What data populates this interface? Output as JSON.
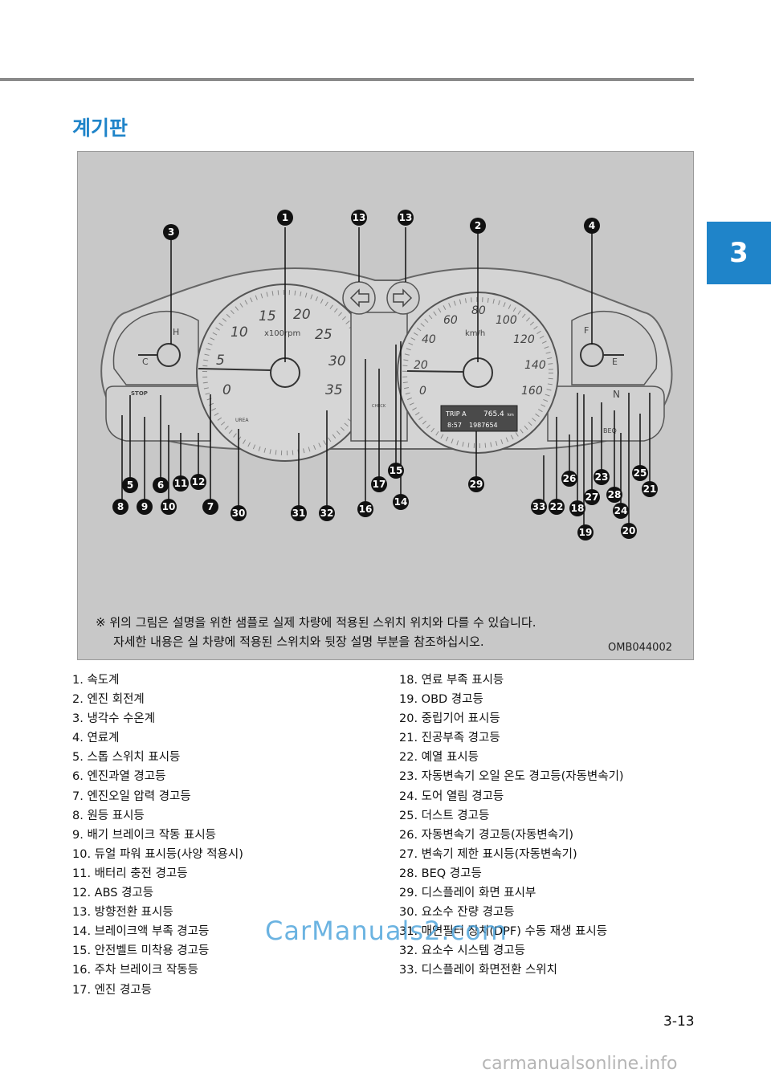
{
  "section_title": "계기판",
  "chapter_tab": "3",
  "figure": {
    "note_line1": "※ 위의 그림은 설명을 위한 샘플로 실제 차량에 적용된 스위치 위치와 다를 수 있습니다.",
    "note_line2": "자세한 내용은 실 차량에 적용된 스위치와 뒷장 설명 부분을 참조하십시오.",
    "code": "OMB044002",
    "tacho_ticks": [
      "0",
      "5",
      "10",
      "15",
      "20",
      "25",
      "30",
      "35"
    ],
    "tacho_unit": "x100rpm",
    "speedo_ticks": [
      "0",
      "20",
      "40",
      "60",
      "80",
      "100",
      "120",
      "140",
      "160"
    ],
    "speedo_unit": "km/h",
    "temp_labels": [
      "H",
      "C"
    ],
    "fuel_labels": [
      "F",
      "E"
    ],
    "trip_label": "TRIP A",
    "trip_value": "765.4",
    "trip_unit": "km",
    "clock": "8:57",
    "odometer": "1987654",
    "stop_label": "STOP",
    "check_label": "CHECK",
    "urea_label": "UREA",
    "beq_label": "BEQ",
    "n_label": "N",
    "callouts": [
      "1",
      "2",
      "3",
      "4",
      "5",
      "6",
      "7",
      "8",
      "9",
      "10",
      "11",
      "12",
      "13",
      "13",
      "14",
      "15",
      "16",
      "17",
      "18",
      "19",
      "20",
      "21",
      "22",
      "23",
      "24",
      "25",
      "26",
      "27",
      "28",
      "29",
      "30",
      "31",
      "32",
      "33"
    ]
  },
  "items_left": [
    "1. 속도계",
    "2. 엔진 회전계",
    "3. 냉각수 수온계",
    "4. 연료계",
    "5. 스톱 스위치 표시등",
    "6. 엔진과열 경고등",
    "7. 엔진오일 압력 경고등",
    "8. 원등 표시등",
    "9. 배기 브레이크 작동 표시등",
    "10. 듀얼 파워 표시등(사양 적용시)",
    "11. 배터리 충전 경고등",
    "12. ABS 경고등",
    "13. 방향전환 표시등",
    "14. 브레이크액 부족 경고등",
    "15. 안전벨트 미착용 경고등",
    "16. 주차 브레이크 작동등",
    "17. 엔진 경고등"
  ],
  "items_right": [
    "18. 연료 부족 표시등",
    "19. OBD 경고등",
    "20. 중립기어 표시등",
    "21. 진공부족 경고등",
    "22. 예열 표시등",
    "23. 자동변속기 오일 온도 경고등(자동변속기)",
    "24. 도어 열림 경고등",
    "25. 더스트 경고등",
    "26. 자동변속기 경고등(자동변속기)",
    "27. 변속기 제한 표시등(자동변속기)",
    "28. BEQ 경고등",
    "29. 디스플레이 화면 표시부",
    "30. 요소수 잔량 경고등",
    "31. 매연필터 장치(DPF) 수동 재생 표시등",
    "32. 요소수 시스템 경고등",
    "33. 디스플레이 화면전환 스위치"
  ],
  "watermark": "CarManuals2.com",
  "page_number": "3-13",
  "footer_url": "carmanualsonline.info"
}
